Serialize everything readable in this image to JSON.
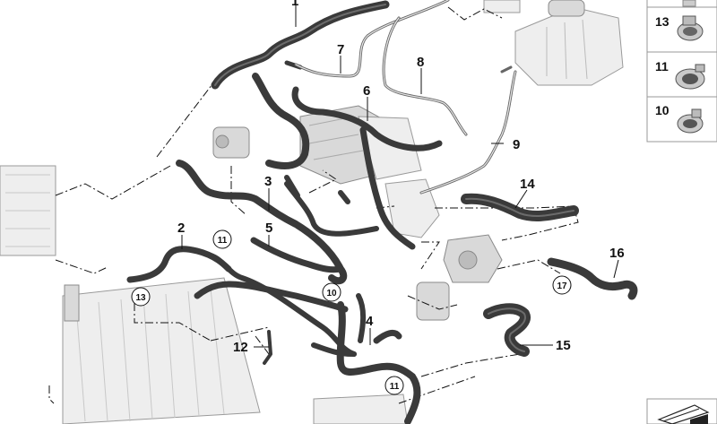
{
  "callouts": {
    "c1": "1",
    "c2": "2",
    "c3": "3",
    "c4": "4",
    "c5": "5",
    "c6": "6",
    "c7": "7",
    "c8": "8",
    "c9": "9",
    "c12": "12",
    "c14": "14",
    "c15": "15",
    "c16": "16"
  },
  "circled": {
    "a": "11",
    "b": "13",
    "c": "10",
    "d": "17",
    "e": "11"
  },
  "legend": [
    {
      "label": "13",
      "icon": "clamp-13-icon"
    },
    {
      "label": "11",
      "icon": "clamp-11-icon"
    },
    {
      "label": "10",
      "icon": "clamp-10-icon"
    }
  ],
  "colors": {
    "hose": "#3a3a3a",
    "line": "#111111",
    "part": "#d9d9d9"
  }
}
